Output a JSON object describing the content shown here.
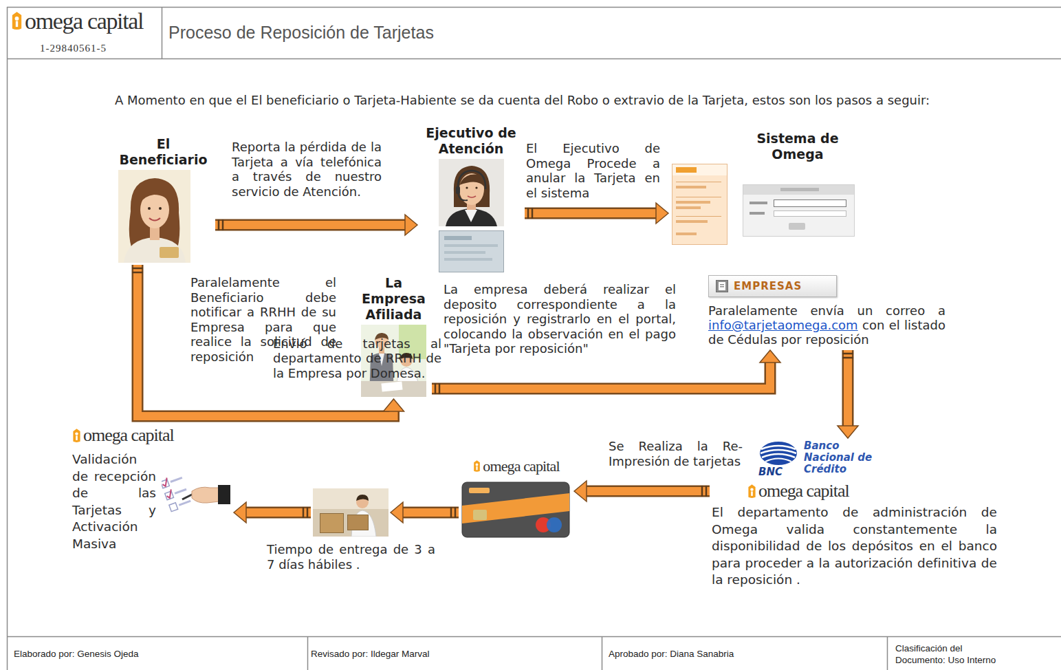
{
  "diagram": {
    "title": "Proceso de Reposición de Tarjetas",
    "nodes": [
      {
        "text": [
          "El Beneficiario"
        ]
      },
      {
        "text": [
          "Ejecutivo de Atención"
        ]
      },
      {
        "text": [
          "Sistema de Omega"
        ]
      },
      {
        "text": [
          "La Empresa Afiliada"
        ]
      },
      {
        "text": [
          "EMPRESAS",
          "Paralelamente envía un correo a info@tarjetaomega.com con el listado de Cédulas por reposición"
        ]
      },
      {
        "text": [
          "BNC",
          "Banco Nacional de Crédito",
          "omega capital",
          "El departamento de administración de Omega valida constantemente la disponibilidad de los depósitos en el banco para proceder a la autorización definitiva de la reposición ."
        ]
      },
      {
        "text": [
          "omega capital"
        ]
      },
      {
        "text": [
          "Tiempo de entrega de 3 a 7 días hábiles ."
        ]
      },
      {
        "text": [
          "omega capital",
          "Validación de recepción de las Tarjetas y Activación Masiva"
        ]
      }
    ],
    "edges": [
      {
        "from": 0,
        "to": 1,
        "arrow": "to",
        "label": "Reporta la pérdida de la Tarjeta a vía telefónica a través de nuestro servicio de Atención."
      },
      {
        "from": 1,
        "to": 2,
        "arrow": "to",
        "label": "El Ejecutivo de Omega Procede a anular la Tarjeta en el sistema"
      },
      {
        "from": 0,
        "to": 3,
        "arrow": "to",
        "label": "Paralelamente el Beneficiario debe notificar a RRHH de su Empresa para que realice la solicitud de reposición"
      },
      {
        "from": 3,
        "to": 4,
        "arrow": "to",
        "label": "La empresa deberá realizar el deposito correspondiente a la reposición y registrarlo en el portal, colocando la observación en el pago \"Tarjeta por reposición\""
      },
      {
        "from": 4,
        "to": 5,
        "arrow": "to"
      },
      {
        "from": 5,
        "to": 6,
        "arrow": "to",
        "label": "Se Realiza la Re-Impresión de tarjetas"
      },
      {
        "from": 6,
        "to": 7,
        "arrow": "to",
        "label": "Envió de tarjetas al departamento de RRHH de la Empresa por Domesa."
      },
      {
        "from": 7,
        "to": 8,
        "arrow": "to"
      }
    ],
    "labels": [
      "omega capital",
      "1-29840561-5",
      "A Momento en que el El beneficiario o Tarjeta-Habiente se da cuenta del Robo o extravio de la Tarjeta, estos son los pasos a seguir:",
      "Elaborado por: Genesis Ojeda",
      "Revisado por: Ildegar Marval",
      "Aprobado por: Diana Sanabria",
      "Clasificación del Documento: Uso Interno"
    ]
  }
}
